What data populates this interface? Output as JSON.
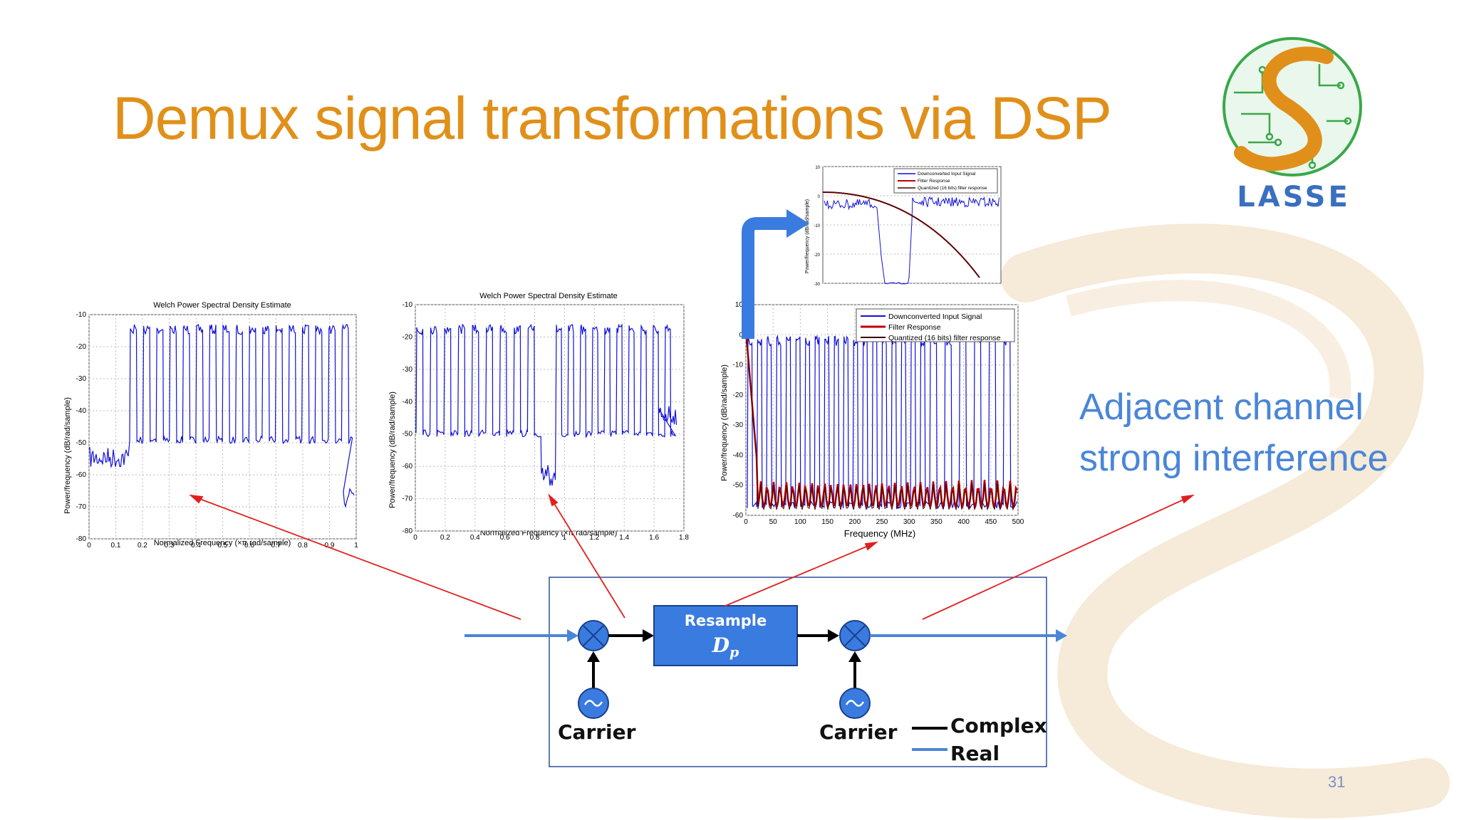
{
  "slide": {
    "title": "Demux signal transformations via DSP",
    "annotation_line1": "Adjacent channel",
    "annotation_line2": "strong interference",
    "page_number": "31"
  },
  "logo": {
    "text": "LASSE",
    "ring_color": "#3aa84a",
    "s_color": "#e0901a",
    "text_color": "#3a6fc0"
  },
  "plots": {
    "plot1": {
      "title": "Welch Power Spectral Density Estimate",
      "ylabel": "Power/frequency (dB/rad/sample)",
      "xlabel": "Normalized Frequency  (×π rad/sample)",
      "yticks": [
        "-10",
        "-20",
        "-30",
        "-40",
        "-50",
        "-60",
        "-70",
        "-80"
      ],
      "xticks": [
        "0",
        "0.1",
        "0.2",
        "0.3",
        "0.4",
        "0.5",
        "0.6",
        "0.7",
        "0.8",
        "0.9",
        "1"
      ]
    },
    "plot2": {
      "title": "Welch Power Spectral Density Estimate",
      "ylabel": "Power/frequency (dB/rad/sample)",
      "xlabel": "Normalized Frequency  (×π rad/sample)",
      "yticks": [
        "-10",
        "-20",
        "-30",
        "-40",
        "-50",
        "-60",
        "-70",
        "-80"
      ],
      "xticks": [
        "0",
        "0.2",
        "0.4",
        "0.6",
        "0.8",
        "1",
        "1.2",
        "1.4",
        "1.6",
        "1.8"
      ]
    },
    "plot3": {
      "ylabel": "Power/frequency (dB/rad/sample)",
      "xlabel": "Frequency (MHz)",
      "yticks": [
        "10",
        "0",
        "-10",
        "-20",
        "-30",
        "-40",
        "-50",
        "-60"
      ],
      "xticks": [
        "0",
        "50",
        "100",
        "150",
        "200",
        "250",
        "300",
        "350",
        "400",
        "450",
        "500"
      ],
      "legend": [
        "Downconverted Input Signal",
        "Filter Response",
        "Quantized (16 bits) filter response"
      ]
    },
    "plot4": {
      "ylabel": "Power/frequency (dB/rad/sample)",
      "yticks": [
        "10",
        "0",
        "-10",
        "-20",
        "-30"
      ],
      "legend": [
        "Downconverted Input Signal",
        "Filter Response",
        "Quantized (16 bits) filter response"
      ]
    }
  },
  "diagram": {
    "resample_label": "Resample",
    "resample_symbol": "D",
    "resample_subscript": "p",
    "carrier_left": "Carrier",
    "carrier_right": "Carrier",
    "legend_complex": "Complex",
    "legend_real": "Real",
    "mixer_symbol": "⊗",
    "oscillator_symbol": "~"
  },
  "colors": {
    "title": "#e0901a",
    "annotation": "#4a86d8",
    "signal": "#1010d8",
    "filter": "#c00000",
    "quantized": "#400000",
    "real_line": "#4a86d8",
    "complex_line": "#000000",
    "block_fill": "#3a7be0",
    "pointer": "#e02020"
  }
}
